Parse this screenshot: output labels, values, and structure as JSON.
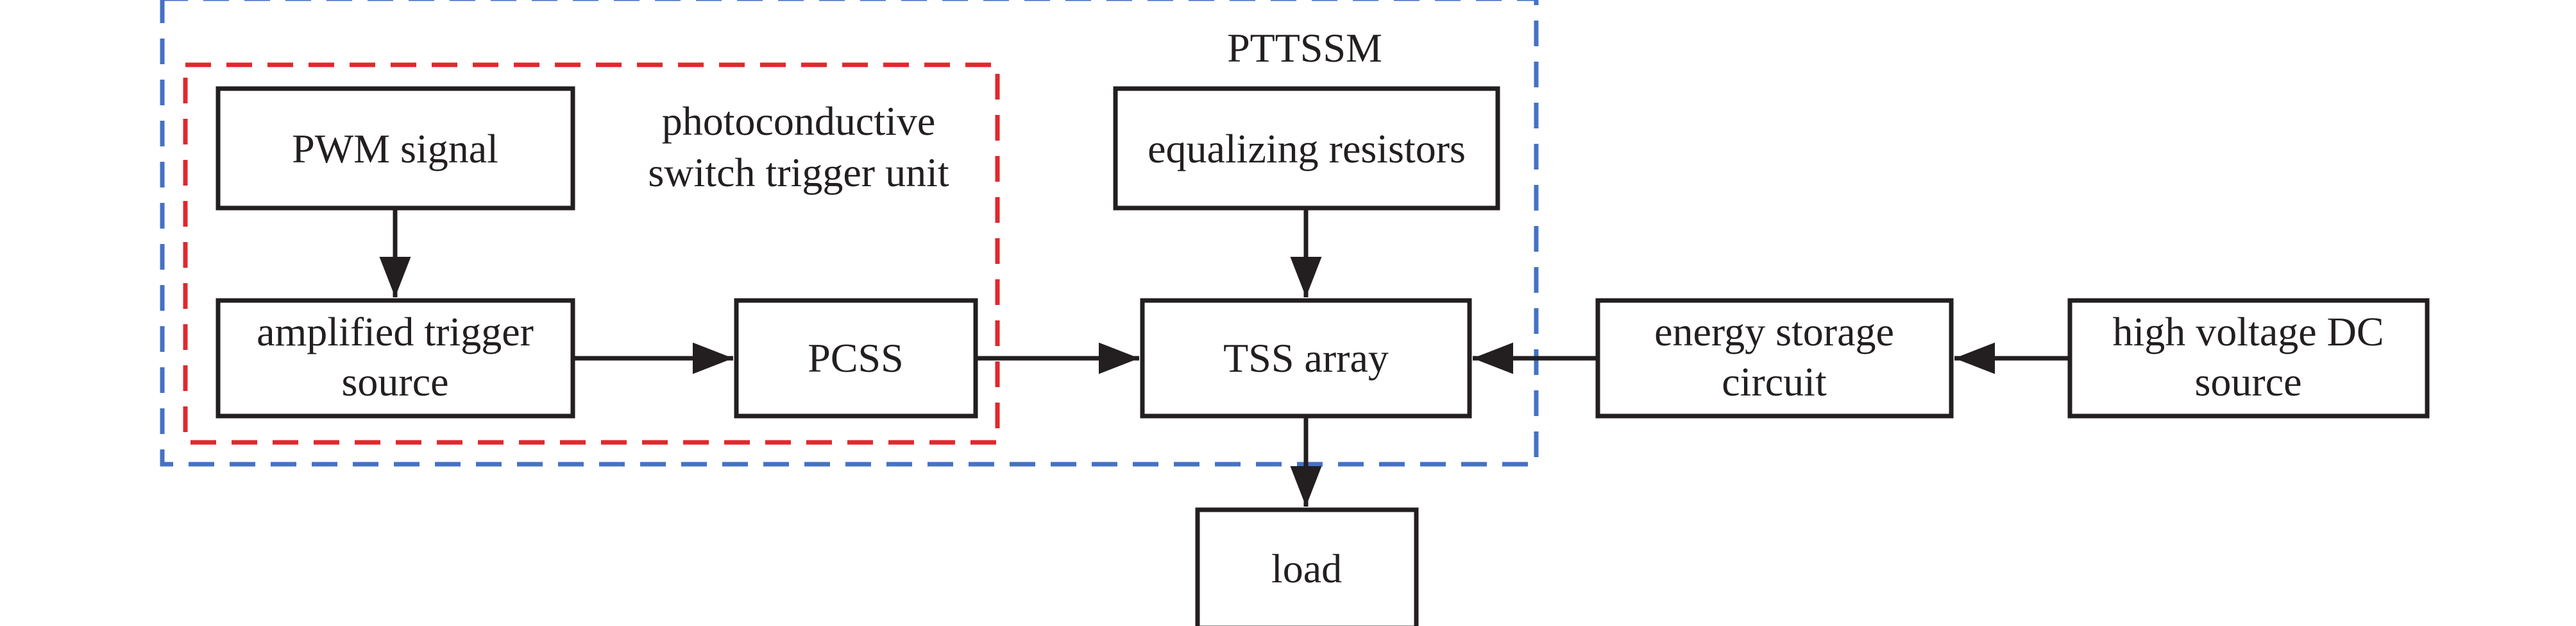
{
  "diagram": {
    "groups": {
      "outer": {
        "label": "PTTSSM",
        "color": "#4472c4"
      },
      "inner": {
        "label_line1": "photoconductive",
        "label_line2": "switch trigger unit",
        "color": "#e0282e"
      }
    },
    "nodes": {
      "pwm": {
        "line1": "PWM signal"
      },
      "amp": {
        "line1": "amplified trigger",
        "line2": "source"
      },
      "pcss": {
        "line1": "PCSS"
      },
      "equal": {
        "line1": "equalizing resistors"
      },
      "tss": {
        "line1": "TSS array"
      },
      "energy": {
        "line1": "energy storage",
        "line2": "circuit"
      },
      "hvdc": {
        "line1": "high voltage DC",
        "line2": "source"
      },
      "load": {
        "line1": "load"
      }
    },
    "edges": [
      {
        "from": "PWM signal",
        "to": "amplified trigger source"
      },
      {
        "from": "amplified trigger source",
        "to": "PCSS"
      },
      {
        "from": "PCSS",
        "to": "TSS array"
      },
      {
        "from": "equalizing resistors",
        "to": "TSS array"
      },
      {
        "from": "energy storage circuit",
        "to": "TSS array"
      },
      {
        "from": "high voltage DC source",
        "to": "energy storage circuit"
      },
      {
        "from": "TSS array",
        "to": "load"
      }
    ],
    "colors": {
      "stroke": "#231f20",
      "text": "#231f20"
    }
  }
}
